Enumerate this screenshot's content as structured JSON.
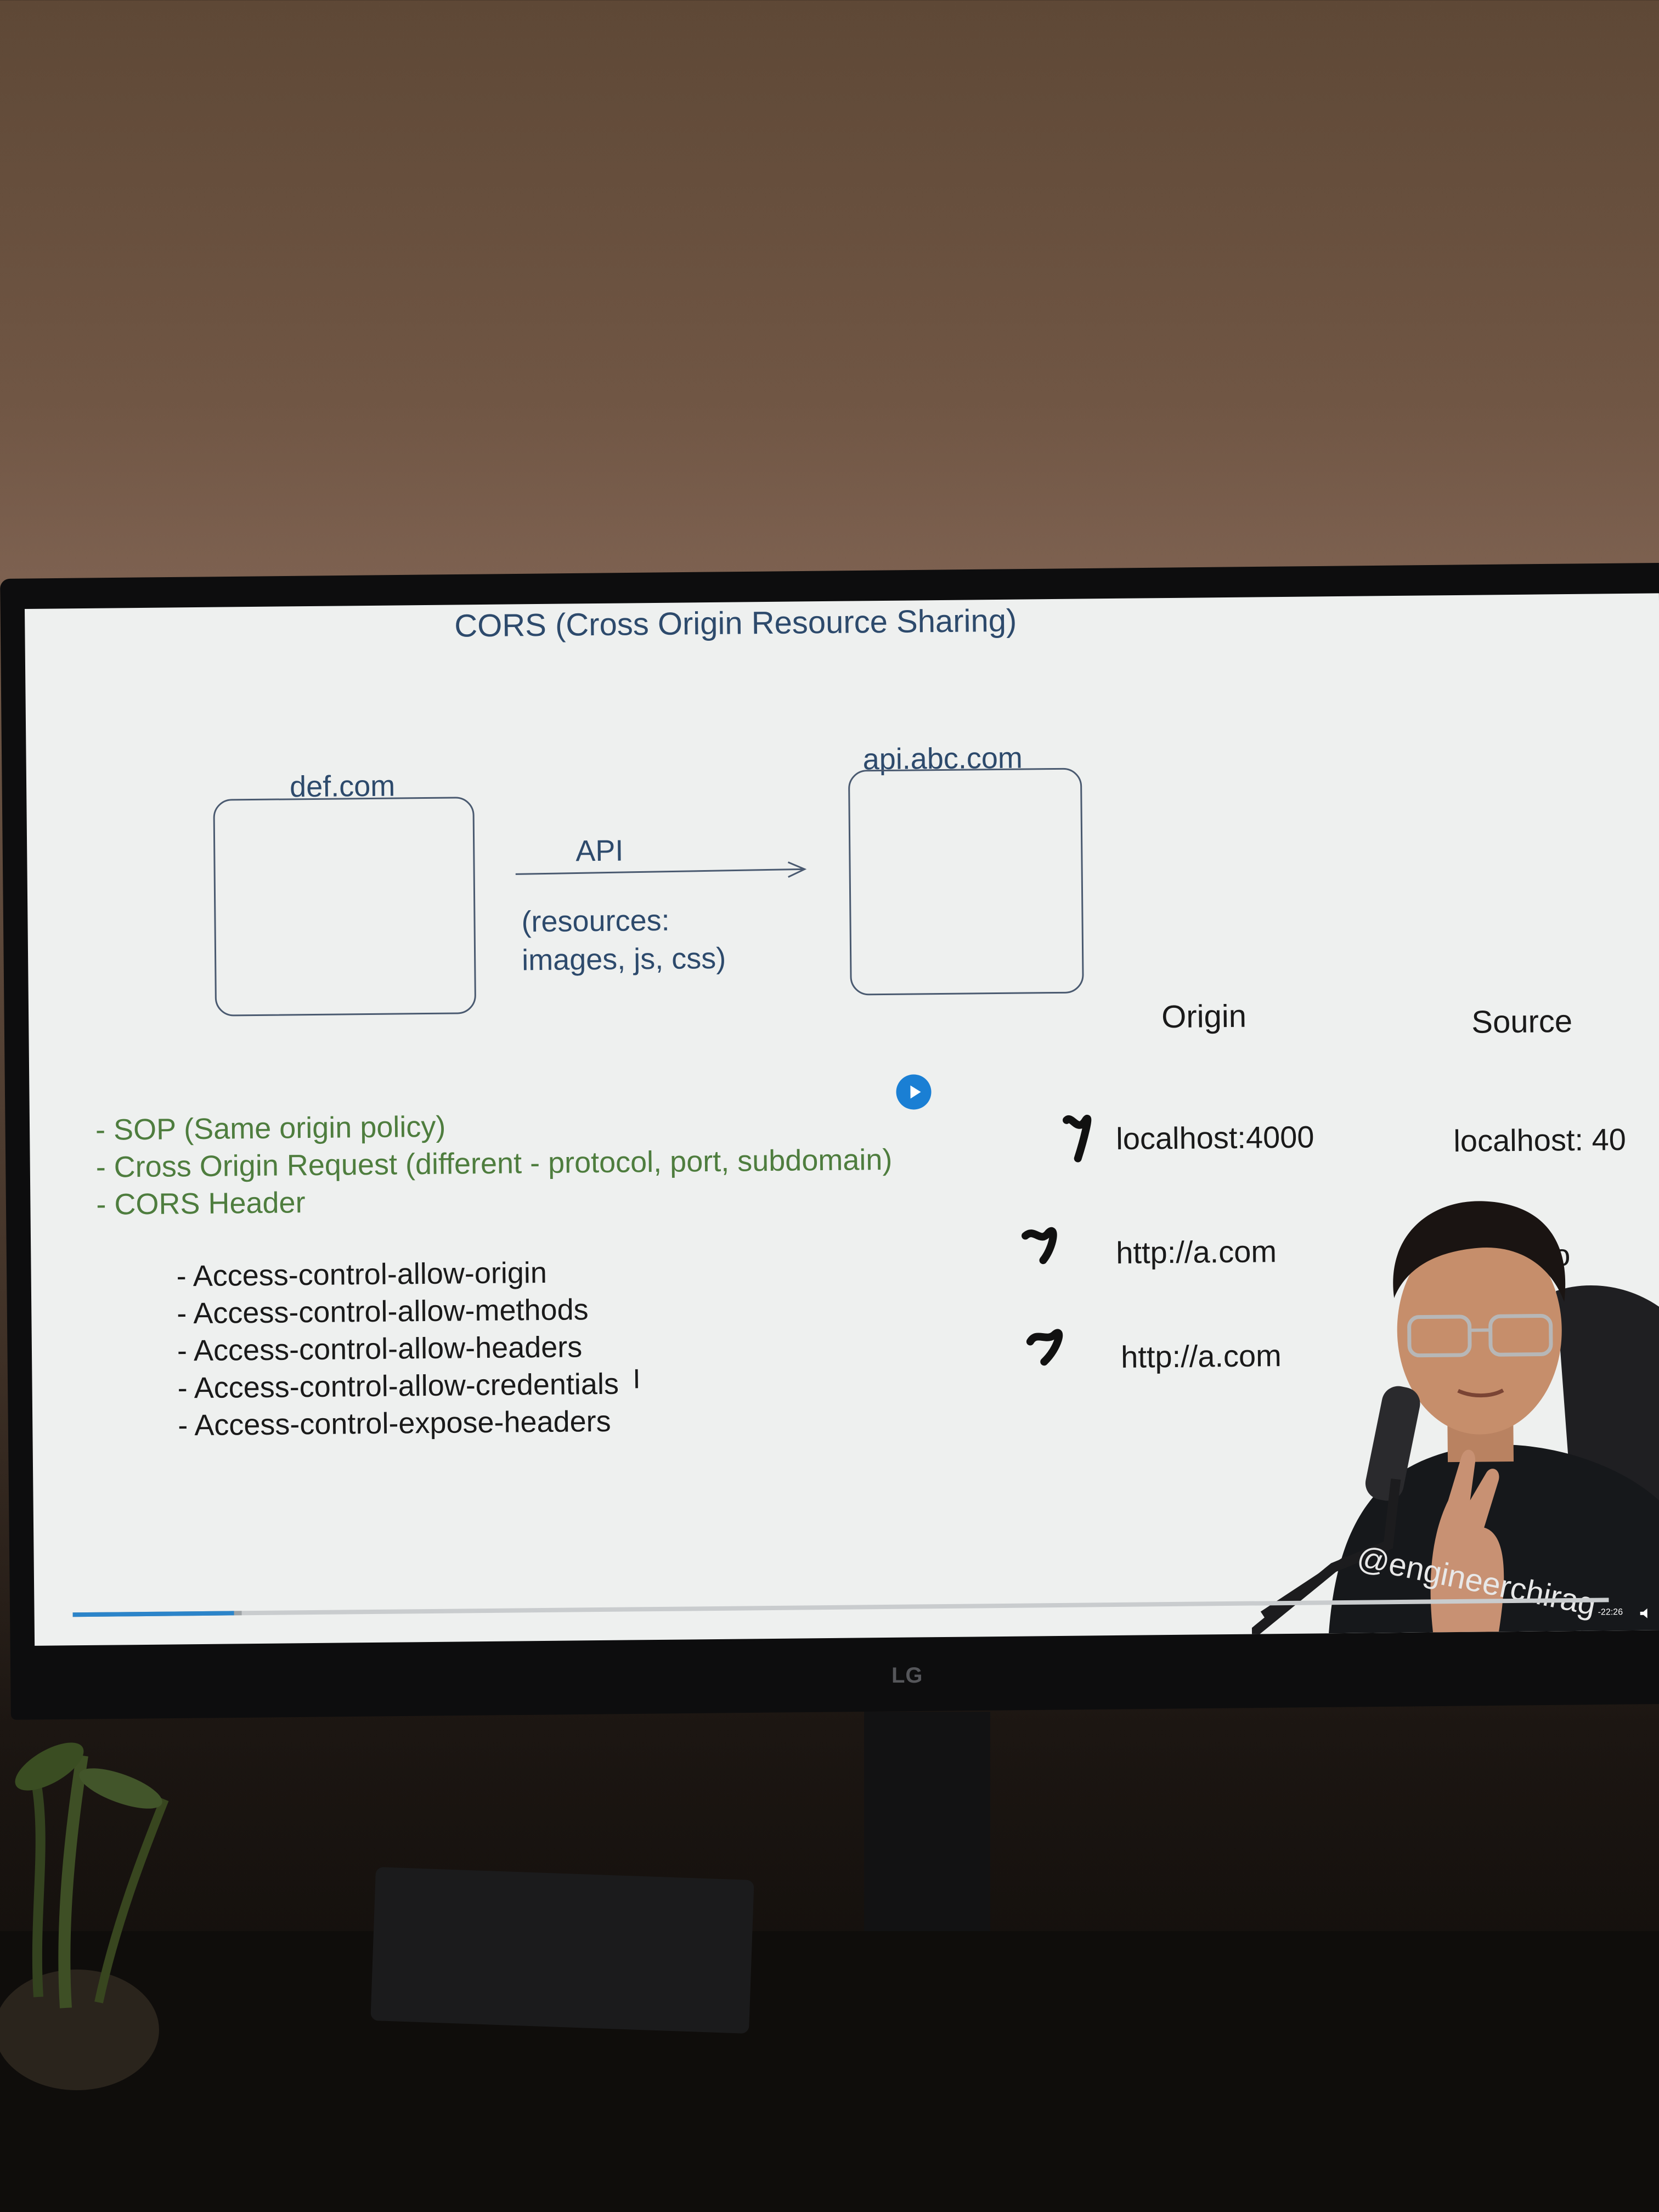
{
  "slide": {
    "title": "CORS (Cross Origin Resource Sharing)",
    "client_domain": "def.com",
    "server_domain": "api.abc.com",
    "arrow_label": "API",
    "resources_line1": "(resources:",
    "resources_line2": "images, js, css)",
    "bullets": [
      "- SOP (Same origin policy)",
      "- Cross Origin Request (different - protocol, port, subdomain)",
      "- CORS Header"
    ],
    "headers": [
      "- Access-control-allow-origin",
      "- Access-control-allow-methods",
      "- Access-control-allow-headers",
      "- Access-control-allow-credentials",
      "- Access-control-expose-headers"
    ],
    "table": {
      "col_origin": "Origin",
      "col_source": "Source",
      "rows": [
        {
          "origin": "localhost:4000",
          "source": "localhost: 40"
        },
        {
          "origin": "http://a.com",
          "source": "a.co"
        },
        {
          "origin": "http://a.com",
          "source": ""
        }
      ]
    }
  },
  "player": {
    "progress": 0.105,
    "buffered": 0.11,
    "time": "-22:26"
  },
  "overlay": {
    "shirt_text": "@engineerchirag"
  },
  "monitor": {
    "brand": "LG"
  },
  "colors": {
    "slide_bg": "#eef0ef",
    "title_blue": "#2d4a6c",
    "bullet_green": "#4e7d3e",
    "progress_blue": "#2b84c9",
    "play_button": "#1a7fd4"
  }
}
